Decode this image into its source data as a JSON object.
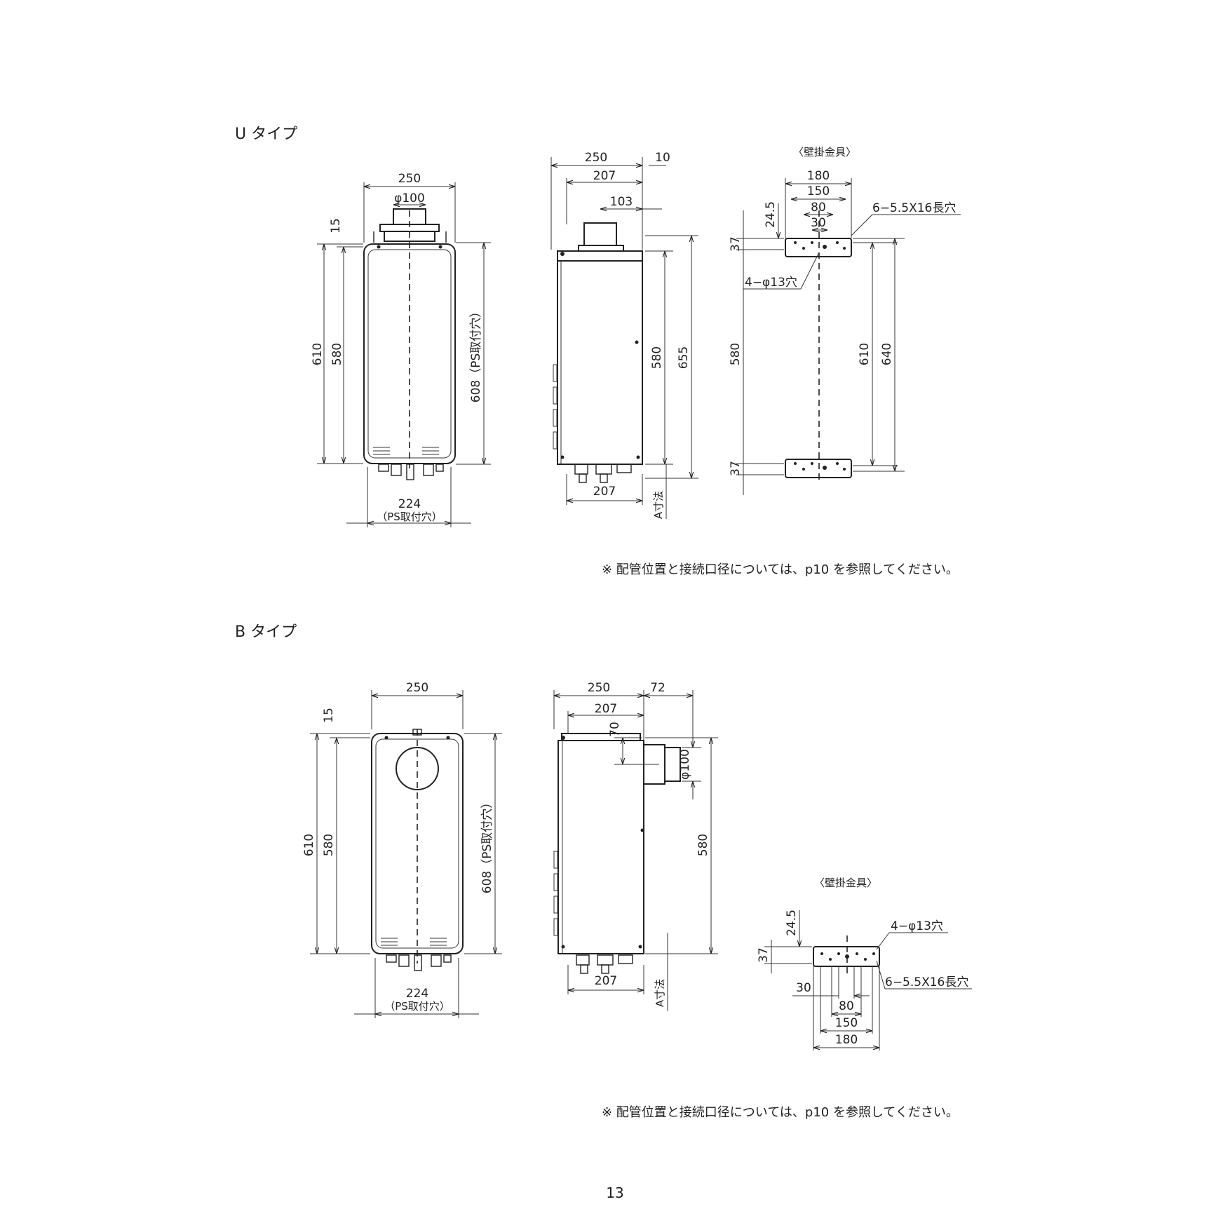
{
  "u_type": {
    "title": "U タイプ",
    "front": {
      "width": "250",
      "phi": "φ100",
      "top_offset": "15",
      "height_total": "610",
      "height_body": "580",
      "ps_height": "608（PS取付穴）",
      "ps_width": "224",
      "ps_label": "（PS取付穴）"
    },
    "side": {
      "width": "250",
      "gap": "10",
      "inner": "207",
      "half": "103",
      "height_body": "580",
      "height_total": "655",
      "bottom": "207",
      "a_label": "A寸法"
    },
    "bracket": {
      "title": "〈壁掛金具〉",
      "d180": "180",
      "d150": "150",
      "d80": "80",
      "d30": "30",
      "d245": "24.5",
      "slot": "6−5.5X16長穴",
      "hole": "4−φ13穴",
      "d37_top": "37",
      "d580": "580",
      "d610": "610",
      "d640": "640",
      "d37_bottom": "37"
    },
    "note": "※ 配管位置と接続口径については、p10 を参照してください。"
  },
  "b_type": {
    "title": "B タイプ",
    "front": {
      "width": "250",
      "top_offset": "15",
      "height_total": "610",
      "height_body": "580",
      "ps_height": "608（PS取付穴）",
      "ps_width": "224",
      "ps_label": "（PS取付穴）"
    },
    "side": {
      "width": "250",
      "flue": "72",
      "inner": "207",
      "d70": "70",
      "phi": "φ100",
      "height_body": "580",
      "bottom": "207",
      "a_label": "A寸法"
    },
    "bracket": {
      "title": "〈壁掛金具〉",
      "d245": "24.5",
      "d37": "37",
      "hole": "4−φ13穴",
      "slot": "6−5.5X16長穴",
      "d30": "30",
      "d80": "80",
      "d150": "150",
      "d180": "180"
    },
    "note": "※ 配管位置と接続口径については、p10 を参照してください。"
  },
  "page_number": "13"
}
